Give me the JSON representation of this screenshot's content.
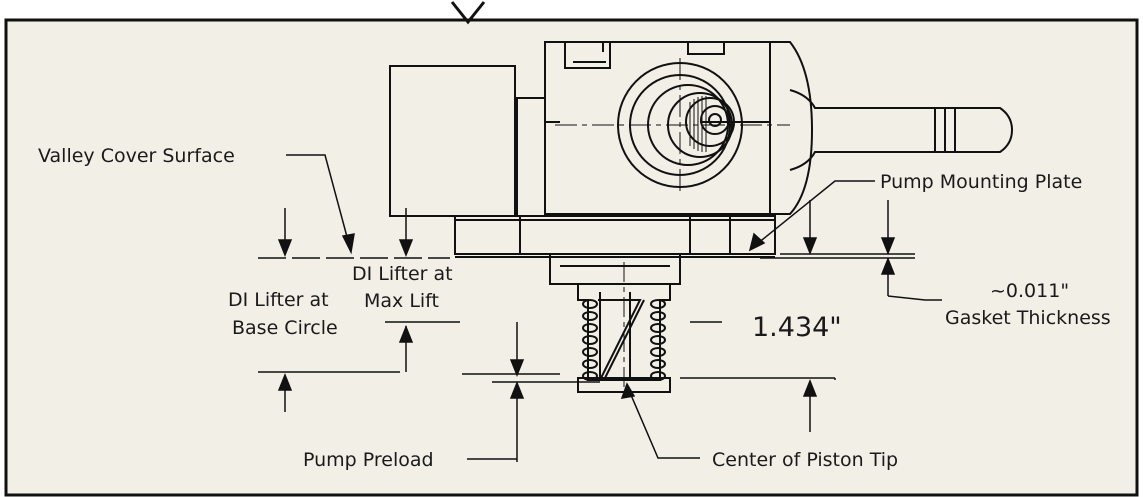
{
  "drawing": {
    "background_color": "#f1efe6",
    "line_color": "#111111",
    "labels": {
      "valley_cover_surface": "Valley Cover Surface",
      "pump_mounting_plate": "Pump Mounting Plate",
      "di_lifter_max_lift_line1": "DI Lifter at",
      "di_lifter_max_lift_line2": "Max Lift",
      "di_lifter_base_circle_line1": "DI Lifter at",
      "di_lifter_base_circle_line2": "Base Circle",
      "gasket_value": "~0.011\"",
      "gasket_label": "Gasket Thickness",
      "overall_dimension": "1.434\"",
      "pump_preload": "Pump Preload",
      "center_of_piston_tip": "Center of Piston Tip"
    }
  }
}
